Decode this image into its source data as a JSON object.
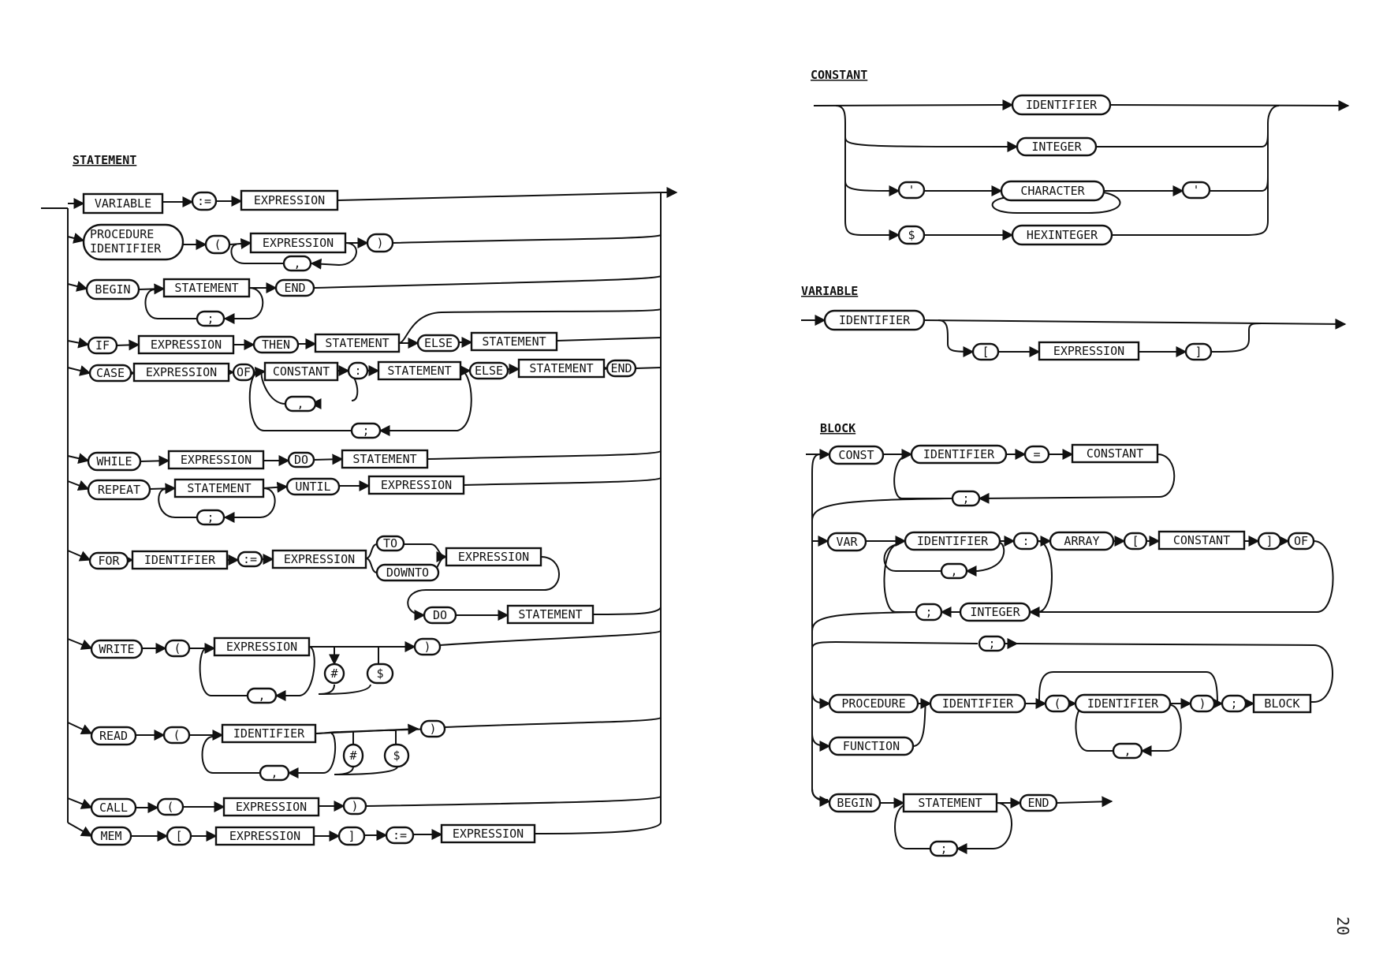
{
  "page_number": "20",
  "sections": [
    {
      "id": "statement",
      "title": "STATEMENT",
      "rows": [
        [
          "VARIABLE",
          ":=",
          "EXPRESSION"
        ],
        [
          "PROCEDURE IDENTIFIER",
          "(",
          "EXPRESSION",
          ",",
          ")"
        ],
        [
          "BEGIN",
          "STATEMENT",
          ";",
          "END"
        ],
        [
          "IF",
          "EXPRESSION",
          "THEN",
          "STATEMENT",
          "ELSE",
          "STATEMENT"
        ],
        [
          "CASE",
          "EXPRESSION",
          "OF",
          "CONSTANT",
          ":",
          "STATEMENT",
          ",",
          ";",
          "ELSE",
          "STATEMENT",
          "END"
        ],
        [
          "WHILE",
          "EXPRESSION",
          "DO",
          "STATEMENT"
        ],
        [
          "REPEAT",
          "STATEMENT",
          ";",
          "UNTIL",
          "EXPRESSION"
        ],
        [
          "FOR",
          "IDENTIFIER",
          ":=",
          "EXPRESSION",
          "TO",
          "DOWNTO",
          "EXPRESSION",
          "DO",
          "STATEMENT"
        ],
        [
          "WRITE",
          "(",
          "EXPRESSION",
          "#",
          "$",
          ",",
          ")"
        ],
        [
          "READ",
          "(",
          "IDENTIFIER",
          "#",
          "$",
          ",",
          ")"
        ],
        [
          "CALL",
          "(",
          "EXPRESSION",
          ")"
        ],
        [
          "MEM",
          "[",
          "EXPRESSION",
          "]",
          ":=",
          "EXPRESSION"
        ]
      ]
    },
    {
      "id": "constant",
      "title": "CONSTANT",
      "rows": [
        [
          "IDENTIFIER"
        ],
        [
          "INTEGER"
        ],
        [
          "'",
          "CHARACTER",
          "'"
        ],
        [
          "$",
          "HEXINTEGER"
        ]
      ]
    },
    {
      "id": "variable",
      "title": "VARIABLE",
      "rows": [
        [
          "IDENTIFIER",
          "[",
          "EXPRESSION",
          "]"
        ]
      ]
    },
    {
      "id": "block",
      "title": "BLOCK",
      "rows": [
        [
          "CONST",
          "IDENTIFIER",
          "=",
          "CONSTANT",
          ";"
        ],
        [
          "VAR",
          "IDENTIFIER",
          ",",
          ":",
          "ARRAY",
          "[",
          "CONSTANT",
          "]",
          "OF",
          ";",
          "INTEGER"
        ],
        [
          ";",
          "PROCEDURE",
          "FUNCTION",
          "IDENTIFIER",
          "(",
          "IDENTIFIER",
          ",",
          ")",
          ";",
          "BLOCK"
        ],
        [
          "BEGIN",
          "STATEMENT",
          ";",
          "END"
        ]
      ]
    }
  ]
}
